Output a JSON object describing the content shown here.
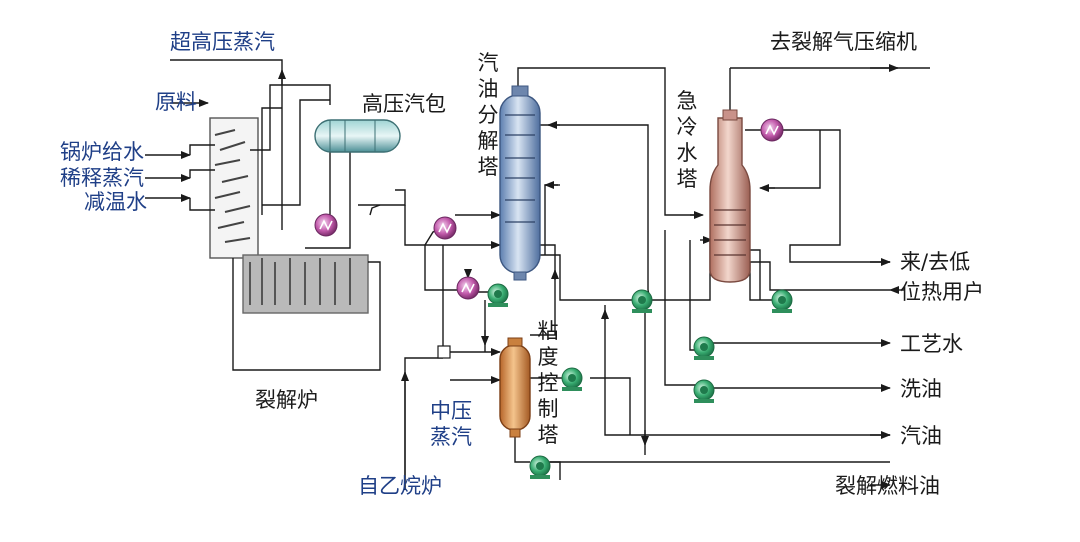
{
  "labels": {
    "super_high_steam": "超高压蒸汽",
    "feedstock": "原料",
    "boiler_feedwater": "锅炉给水",
    "dilution_steam": "稀释蒸汽",
    "desuperheat_water": "减温水",
    "hp_steam_drum": "高压汽包",
    "cracking_furnace": "裂解炉",
    "gasoline_fractionator": "汽油分解塔",
    "visbreaker_tower": "粘度控制塔",
    "mp_steam": "中压蒸汽",
    "from_ethane_furnace": "自乙烷炉",
    "quench_water_tower": "急冷水塔",
    "to_cracked_gas_compressor": "去裂解气压缩机",
    "low_heat_users_line1": "来/去低",
    "low_heat_users_line2": "位热用户",
    "process_water": "工艺水",
    "wash_oil": "洗油",
    "gasoline": "汽油",
    "cracked_fuel_oil": "裂解燃料油"
  },
  "colors": {
    "line": "#1a1a1a",
    "label_blue": "#1f3f87",
    "pump_green": "#2fa36b",
    "exchanger_purple": "#b04a9a"
  },
  "icons": [
    "steam-drum-icon",
    "fractionator-icon",
    "visbreaker-icon",
    "quench-tower-icon",
    "pump-icon",
    "heat-exchanger-icon",
    "furnace-icon"
  ]
}
